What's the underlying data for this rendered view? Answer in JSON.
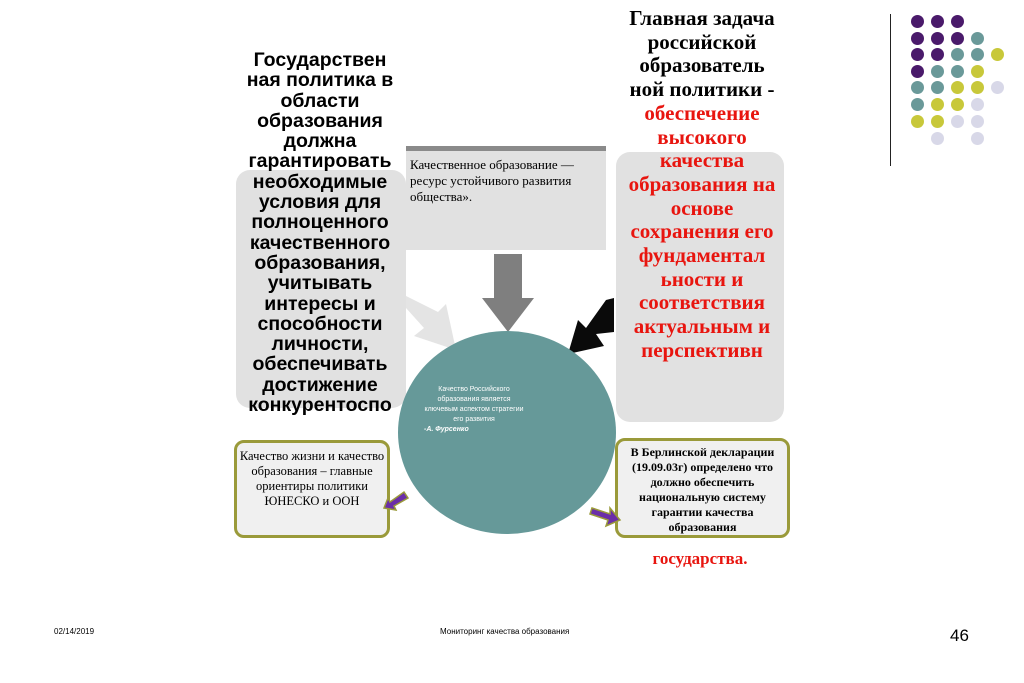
{
  "left_text": "Государствен ная политика в области образования должна гарантировать необходимые условия для полноценного качественного образования, учитывать интересы и способности личности, обеспечивать достижение конкурентоспо",
  "right_text_black": "Главная задача российской образователь ной политики -",
  "right_text_red": "обеспечение высокого качества образования на основе сохранения его фундаментал ьности и соответствия актуальным и перспективн",
  "right_text_tail": "государства.",
  "quote": "Качественное образование — ресурс устойчивого развития общества».",
  "circle_text": "Качество Российского образования является ключевым аспектом стратегии его развития",
  "circle_author": "-А. Фурсенко",
  "box_unesco": "Качество жизни и качество образования – главные ориентиры политики ЮНЕСКО и ООН",
  "box_berlin": "В Берлинской декларации (19.09.03г) определено что должно обеспечить национальную систему гарантии качества образования",
  "footer": {
    "date": "02/14/2019",
    "title": "Мониторинг качества образования",
    "page": "46"
  },
  "colors": {
    "purple": "#4a1a6b",
    "teal": "#6a9999",
    "olive": "#c8c83a",
    "lavender": "#d8d8e8",
    "circle": "#669999",
    "red_text": "#e8150f",
    "box_border": "#9a9a3a",
    "arrow_purple": "#6b2ea8"
  }
}
